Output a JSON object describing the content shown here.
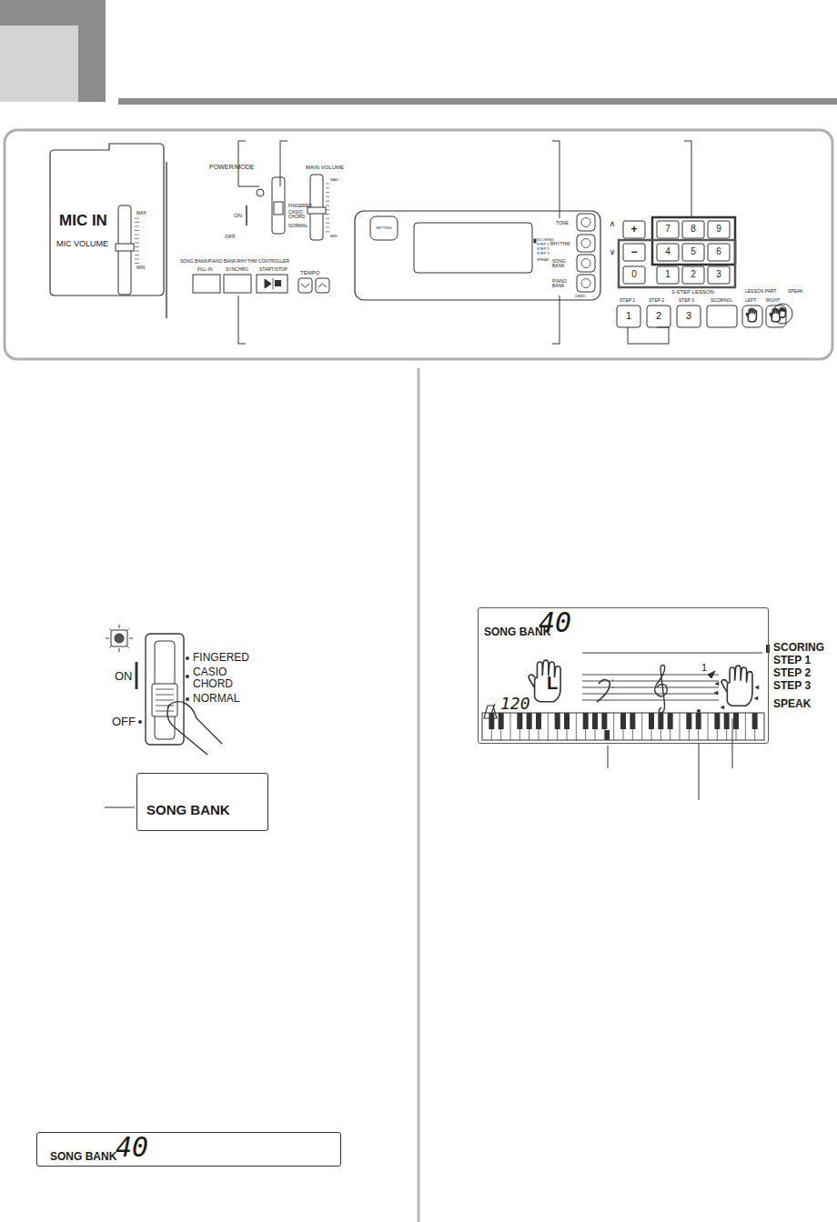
{
  "diagram": {
    "nodes": [
      {
        "text": [
          "SONG BANK"
        ]
      },
      {
        "text": [
          "SONG BANK",
          "40"
        ]
      },
      {
        "text": [
          "SONG BANK",
          "40",
          "120",
          "L",
          "1"
        ]
      }
    ],
    "labels": [
      "MIC IN",
      "MIC VOLUME",
      "MAX",
      "MIN",
      "POWER/MODE",
      "ON",
      "OFF",
      "FINGERED",
      "CASIO CHORD",
      "NORMAL",
      "MAIN VOLUME",
      "MAX",
      "MIN",
      "SONG BANK/PIANO BANK/RHYTHM CONTROLLER",
      "FILL-IN",
      "SYNCHRO",
      "START/STOP",
      "TEMPO",
      "SETTING",
      "SCORING",
      "STEP 1",
      "STEP 2",
      "STEP 3",
      "SPEAK",
      "TONE",
      "RHYTHM",
      "SONG BANK",
      "PIANO BANK",
      "DEMO",
      "∧",
      "+",
      "∨",
      "−",
      "7",
      "8",
      "9",
      "4",
      "5",
      "6",
      "0",
      "1",
      "2",
      "3",
      "3-STEP LESSON",
      "STEP 1",
      "STEP 2",
      "STEP 3",
      "SCORING",
      "1",
      "2",
      "3",
      "LESSON PART",
      "LEFT",
      "RIGHT",
      "SPEAK",
      "ON",
      "OFF",
      "FINGERED",
      "CASIO CHORD",
      "NORMAL",
      "SCORING",
      "STEP 1",
      "STEP 2",
      "STEP 3",
      "SPEAK"
    ]
  }
}
